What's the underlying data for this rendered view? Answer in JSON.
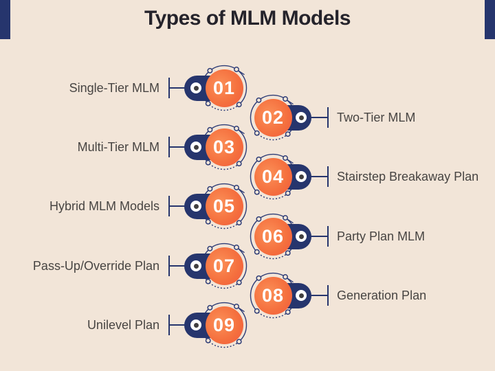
{
  "title": "Types of MLM Models",
  "colors": {
    "background": "#f2e5d8",
    "navy": "#26356d",
    "orange_light": "#fb9058",
    "orange_dark": "#f1583b",
    "title_text": "#25232b",
    "label_text": "#474442",
    "number_text": "#ffffff",
    "bullseye_dot": "#413f40"
  },
  "icons": {
    "bullseye": "bullseye-icon",
    "ring": "decorative-ring-icon"
  },
  "items": [
    {
      "number": "01",
      "label": "Single-Tier MLM"
    },
    {
      "number": "02",
      "label": "Two-Tier MLM"
    },
    {
      "number": "03",
      "label": "Multi-Tier MLM"
    },
    {
      "number": "04",
      "label": "Stairstep Breakaway Plan"
    },
    {
      "number": "05",
      "label": "Hybrid MLM Models"
    },
    {
      "number": "06",
      "label": "Party Plan MLM"
    },
    {
      "number": "07",
      "label": "Pass-Up/Override Plan"
    },
    {
      "number": "08",
      "label": "Generation Plan"
    },
    {
      "number": "09",
      "label": "Unilevel Plan"
    }
  ]
}
